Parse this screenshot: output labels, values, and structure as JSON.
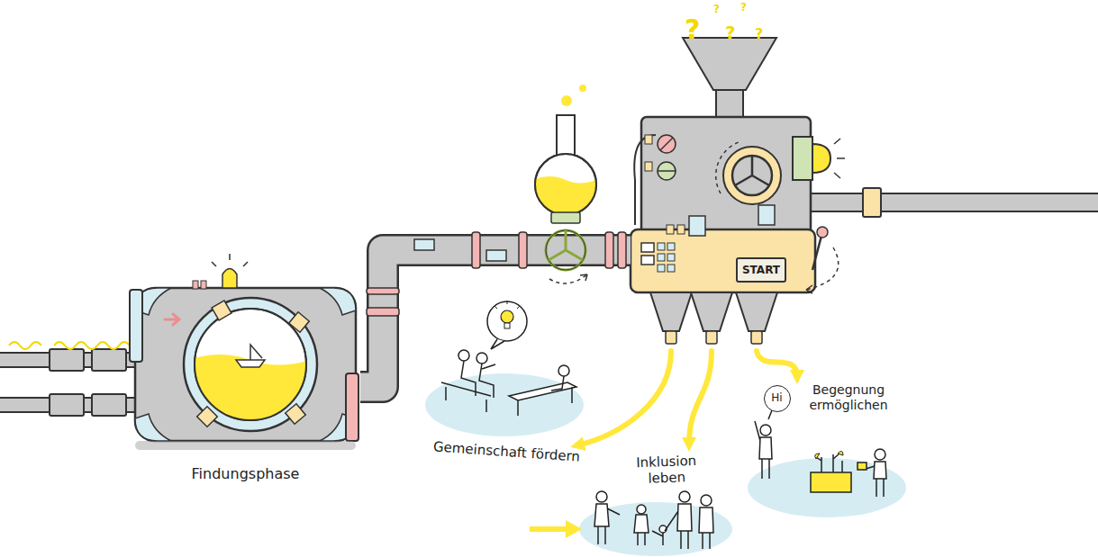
{
  "diagram": {
    "nodes": [
      {
        "text": [
          "Findungsphase"
        ]
      },
      {
        "text": [
          "START"
        ]
      },
      {
        "text": [
          "Gemeinschaft fördern"
        ]
      },
      {
        "text": [
          "Inklusion leben"
        ]
      },
      {
        "text": [
          "Hi"
        ]
      },
      {
        "text": [
          "Begegnung ermöglichen"
        ]
      }
    ],
    "edges": [
      {
        "from": 0,
        "to": 1,
        "arrow": "none"
      },
      {
        "from": 1,
        "to": 2,
        "arrow": "to"
      },
      {
        "from": 1,
        "to": 3,
        "arrow": "to"
      },
      {
        "from": 1,
        "to": 5,
        "arrow": "to"
      }
    ],
    "labels": [
      "?",
      "?",
      "?",
      "?",
      "?"
    ]
  }
}
